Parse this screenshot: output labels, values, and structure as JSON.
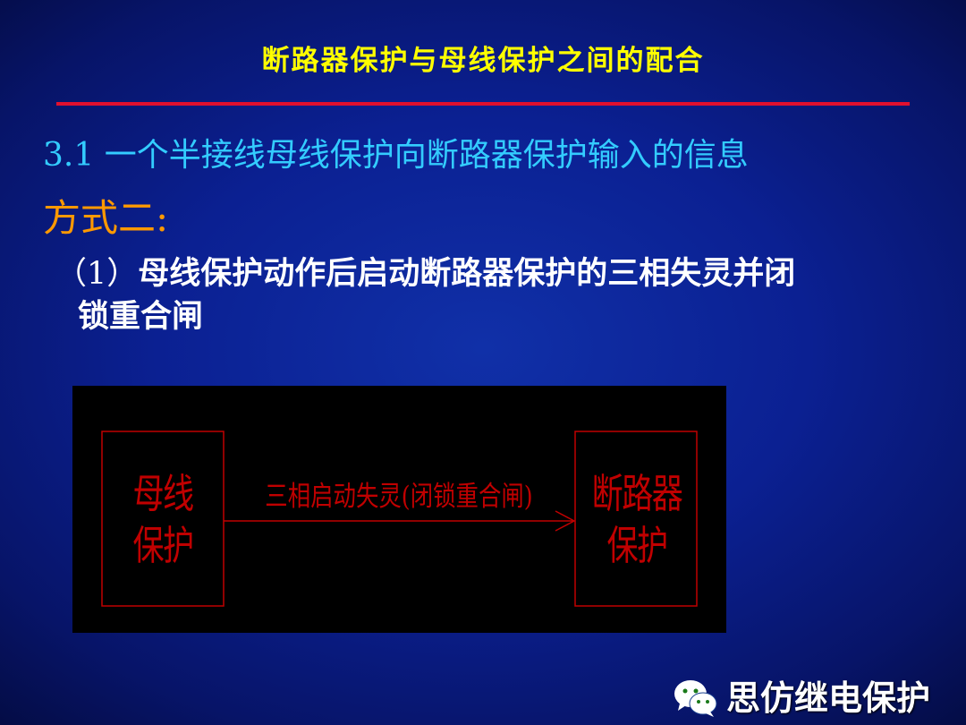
{
  "slide": {
    "title": "断路器保护与母线保护之间的配合",
    "section_heading": "3.1 一个半接线母线保护向断路器保护输入的信息",
    "method_label": "方式二:",
    "item": {
      "number": "（1）",
      "text_line1": "母线保护动作后启动断路器保护的三相失灵并闭",
      "text_line2": "锁重合闸"
    }
  },
  "diagram": {
    "left_box": {
      "line1": "母线",
      "line2": "保护"
    },
    "right_box": {
      "line1": "断路器",
      "line2": "保护"
    },
    "arrow_label": "三相启动失灵(闭锁重合闸)",
    "stroke_color": "#c00000"
  },
  "watermark": {
    "text": "思仿继电保护",
    "logo_icon": "wechat-icon"
  },
  "colors": {
    "title": "#ffff00",
    "rule": "#e0102e",
    "section_heading": "#33ccff",
    "method_label": "#ff9900",
    "body_text": "#ffffff",
    "diagram_background": "#000000"
  }
}
